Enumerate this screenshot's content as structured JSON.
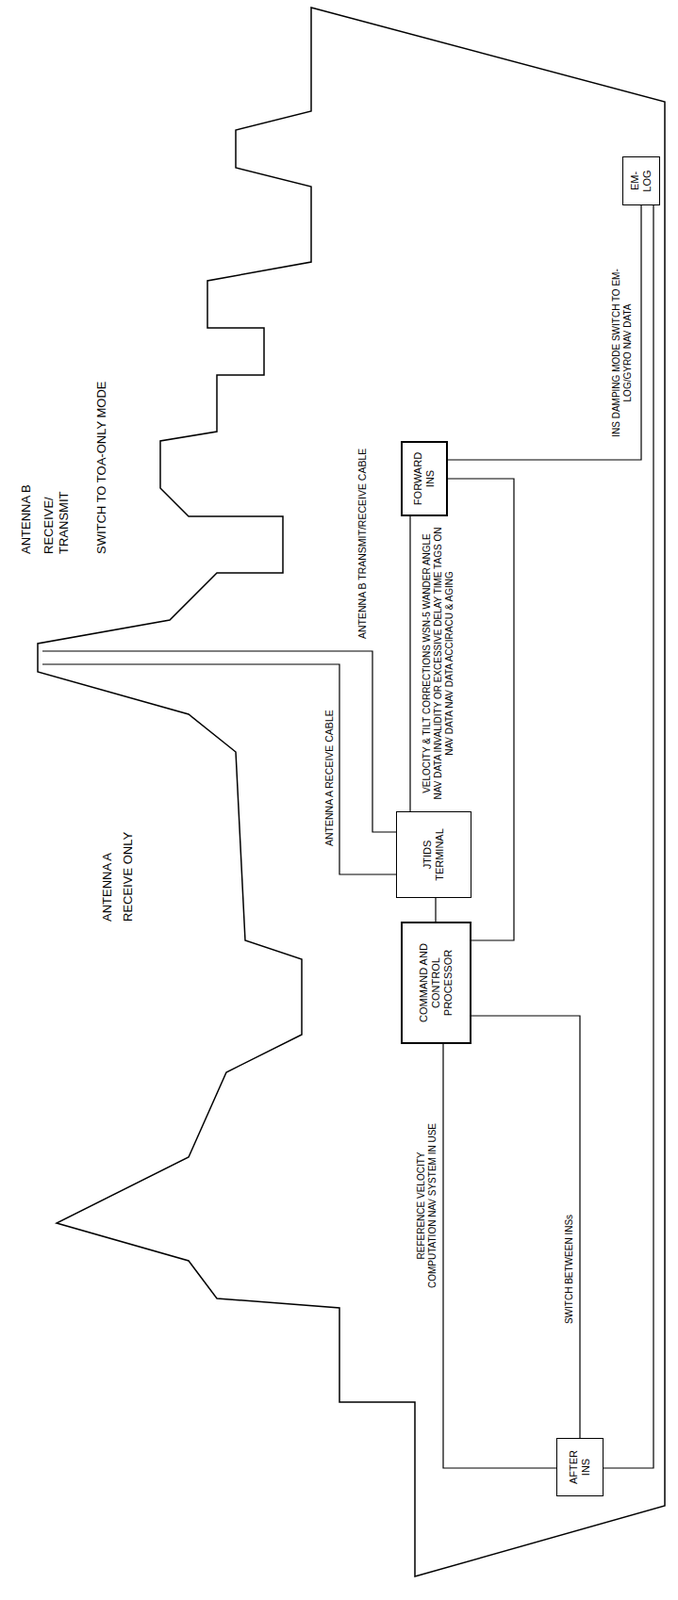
{
  "diagram": {
    "nodes": [
      {
        "text": [
          "JTIDS TERMINAL"
        ]
      },
      {
        "text": [
          "COMMAND AND CONTROL PROCESSOR"
        ]
      },
      {
        "text": [
          "FORWARD INS"
        ]
      },
      {
        "text": [
          "AFTER INS"
        ]
      },
      {
        "text": [
          "EM-LOG"
        ]
      }
    ],
    "edges": [
      {
        "from": 1,
        "to": 0,
        "arrow": "none"
      },
      {
        "from": 0,
        "to": 2,
        "arrow": "none",
        "label": "VELOCITY & TILT CORRECTIONS WSN-5 WANDER ANGLE NAV DATA INVALIDITY OR EXCESSIVE DELAY TIME TAGS ON NAV DATA NAV DATA ACCIRACU & AGING"
      },
      {
        "from": 1,
        "to": 3,
        "arrow": "none",
        "label": "SWITCH BETWEEN INSs"
      },
      {
        "from": 1,
        "to": 3,
        "arrow": "none",
        "label": "REFERENCE VELOCITY COMPUTATION NAV SYSTEM IN USE"
      },
      {
        "from": 1,
        "to": 2,
        "arrow": "none"
      },
      {
        "from": 4,
        "to": 2,
        "arrow": "none",
        "label": "INS DAMPING MODE SWITCH TO EM-LOG/GYRO NAV DATA"
      },
      {
        "from": 4,
        "to": 3,
        "arrow": "none"
      }
    ],
    "labels": [
      "ANTENNA A",
      "RECEIVE ONLY",
      "ANTENNA B",
      "RECEIVE/ TRANSMIT",
      "SWITCH TO TOA-ONLY MODE",
      "ANTENNA A RECEIVE CABLE",
      "ANTENNA B TRANSMIT/RECEIVE CABLE"
    ]
  }
}
